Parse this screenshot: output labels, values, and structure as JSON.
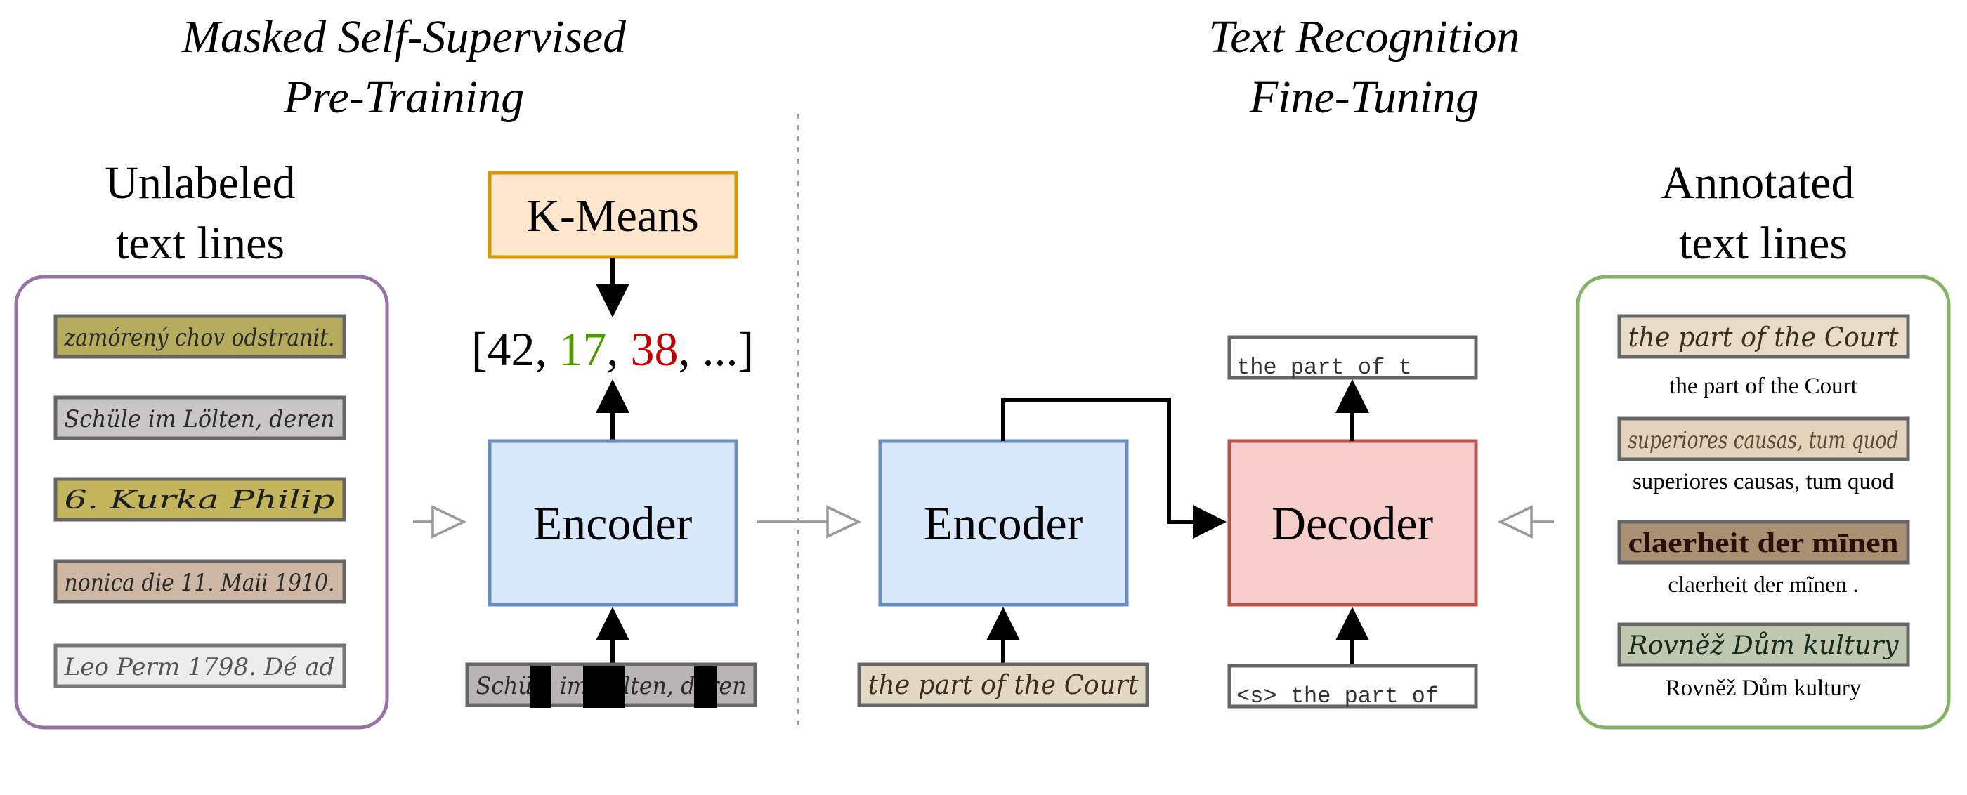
{
  "pretraining": {
    "title_line1": "Masked Self-Supervised",
    "title_line2": "Pre-Training",
    "unlabeled_line1": "Unlabeled",
    "unlabeled_line2": "text lines",
    "unlabeled_samples": [
      "zamórený chov odstranit.",
      "Schüle im Lölten, deren",
      "6. Kurka Philip",
      "nonica die 11. Maii 1910.",
      "Leo Perm 1798. Dé ad"
    ],
    "kmeans_label": "K-Means",
    "cluster_ids": {
      "open": "[",
      "id1": "42",
      "sep1": ", ",
      "id2": "17",
      "sep2": ", ",
      "id3": "38",
      "tail": ", ...]"
    },
    "encoder_label": "Encoder",
    "masked_input_sample": "Schüle im Lölten, deren"
  },
  "finetuning": {
    "title_line1": "Text Recognition",
    "title_line2": "Fine-Tuning",
    "encoder_label": "Encoder",
    "decoder_label": "Decoder",
    "encoder_input_sample": "the part of the Court",
    "decoder_output": "the part of t",
    "decoder_input": "<s> the part of",
    "annotated_line1": "Annotated",
    "annotated_line2": "text lines",
    "annotated_samples": [
      {
        "image_text": "the part of the Court",
        "transcription": "the part of the Court"
      },
      {
        "image_text": "superiores causas, tum quod",
        "transcription": "superiores causas, tum quod"
      },
      {
        "image_text": "claerheit der mīnen",
        "transcription": "claerheit der mĩnen ."
      },
      {
        "image_text": "Rovněž Dům kultury",
        "transcription": "Rovněž Dům kultury"
      }
    ]
  },
  "colors": {
    "encoder_fill": "#dae8fc",
    "encoder_stroke": "#6c8ebf",
    "decoder_fill": "#f8cecc",
    "decoder_stroke": "#b85450",
    "kmeans_fill": "#ffe6cc",
    "kmeans_stroke": "#d79b00",
    "unlabeled_frame": "#9673a6",
    "annotated_frame": "#82b366",
    "id_green": "#4d9a06",
    "id_red": "#c00000"
  }
}
